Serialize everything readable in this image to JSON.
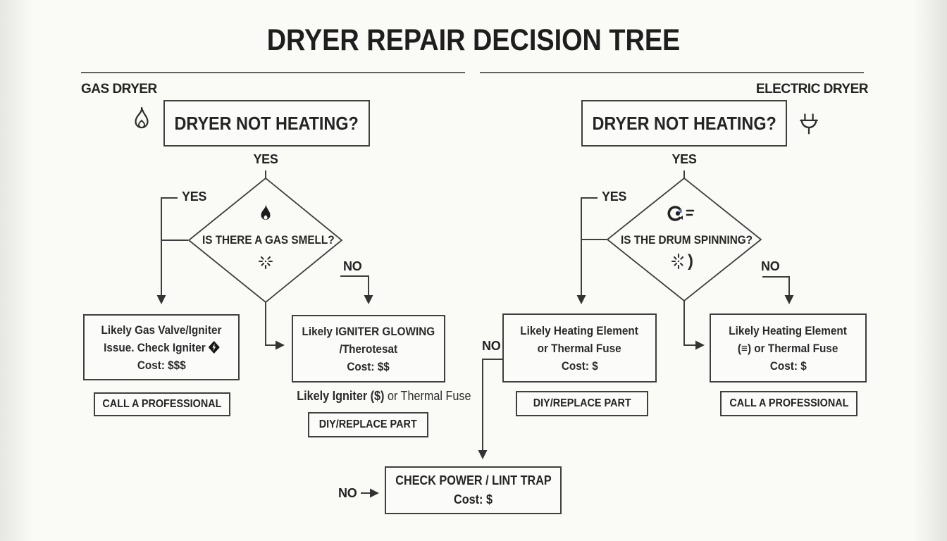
{
  "title": "DRYER REPAIR DECISION TREE",
  "gas": {
    "header": "GAS DRYER",
    "start_box": "DRYER NOT HEATING?",
    "start_branch_label": "YES",
    "decision": "IS THERE A GAS SMELL?",
    "yes_label": "YES",
    "no_label": "NO",
    "outcome_yes": {
      "line1": "Likely Gas Valve/Igniter",
      "line2": "Issue. Check Igniter",
      "line3": "Cost: $$$"
    },
    "action_yes": "CALL A PROFESSIONAL",
    "outcome_no": {
      "line1": "Likely IGNITER GLOWING",
      "line2": "/Therotesat",
      "line3": "Cost: $$"
    },
    "outcome_no_note_bold": "Likely Igniter ($)",
    "outcome_no_note_rest": " or Thermal Fuse",
    "action_no": "DIY/REPLACE PART"
  },
  "electric": {
    "header": "ELECTRIC DRYER",
    "start_box": "DRYER NOT HEATING?",
    "start_branch_label": "YES",
    "decision": "IS THE DRUM SPINNING?",
    "spark_paren": ")",
    "yes_label": "YES",
    "no_label": "NO",
    "outcome_yes": {
      "line1": "Likely Heating Element",
      "line2": "or Thermal Fuse",
      "line3": "Cost: $"
    },
    "action_yes": "DIY/REPLACE PART",
    "outcome_no": {
      "line1": "Likely Heating Element",
      "line2_pre": "(",
      "coil_glyph": "≡",
      "line2_post": ") or Thermal Fuse",
      "line3": "Cost: $"
    },
    "action_no": "CALL A PROFESSIONAL"
  },
  "fallthrough": {
    "mid_no_label": "NO",
    "left_no_label": "NO",
    "box_line1": "CHECK POWER / LINT TRAP",
    "box_line2": "Cost: $"
  }
}
